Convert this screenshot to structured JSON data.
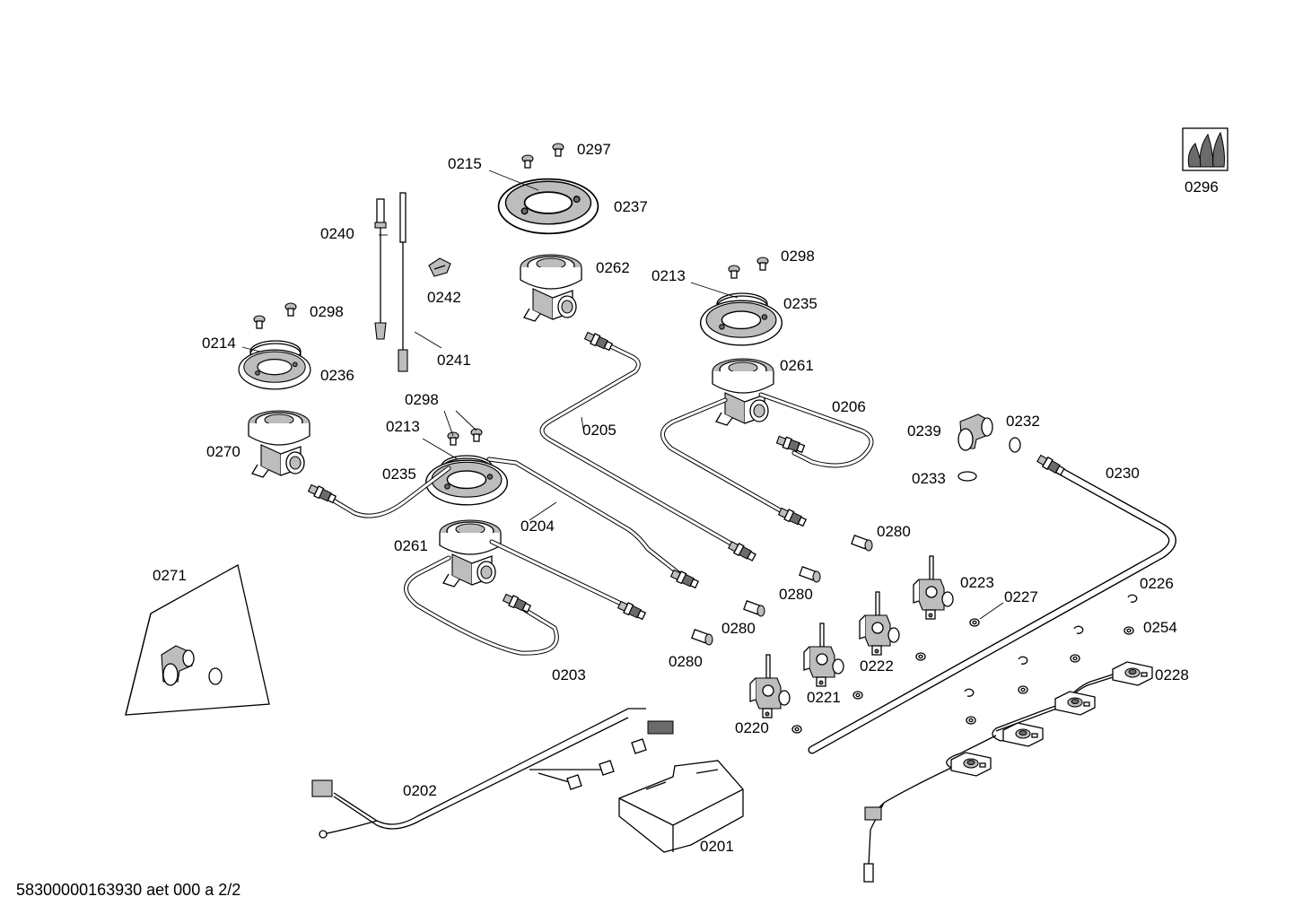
{
  "diagram": {
    "footer_code": "58300000163930 aet 000 a 2/2",
    "labels": {
      "p0215": "0215",
      "p0297": "0297",
      "p0237": "0237",
      "p0240": "0240",
      "p0242": "0242",
      "p0262": "0262",
      "p0213a": "0213",
      "p0298a": "0298",
      "p0235a": "0235",
      "p0298b": "0298",
      "p0214": "0214",
      "p0236": "0236",
      "p0241": "0241",
      "p0261a": "0261",
      "p0206": "0206",
      "p0298c": "0298",
      "p0213b": "0213",
      "p0205": "0205",
      "p0270": "0270",
      "p0235b": "0235",
      "p0239": "0239",
      "p0232": "0232",
      "p0233": "0233",
      "p0230": "0230",
      "p0280a": "0280",
      "p0204": "0204",
      "p0261b": "0261",
      "p0271": "0271",
      "p0223": "0223",
      "p0280b": "0280",
      "p0226": "0226",
      "p0227": "0227",
      "p0280c": "0280",
      "p0254": "0254",
      "p0280d": "0280",
      "p0222": "0222",
      "p0203": "0203",
      "p0228": "0228",
      "p0221": "0221",
      "p0220": "0220",
      "p0202": "0202",
      "p0201": "0201",
      "p0296": "0296"
    }
  }
}
